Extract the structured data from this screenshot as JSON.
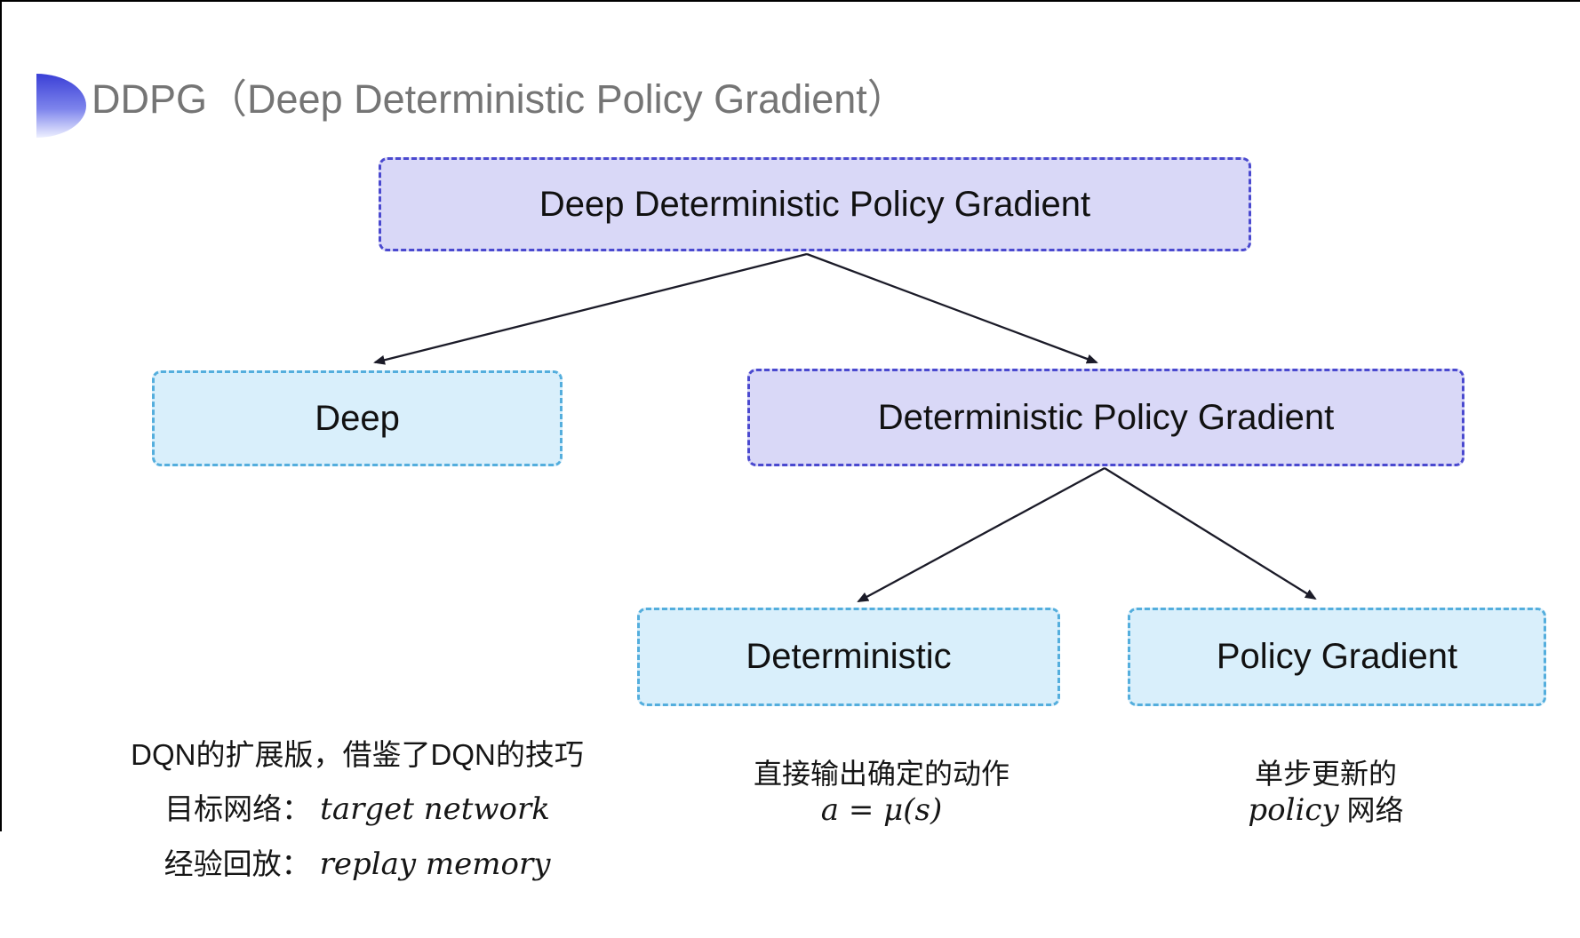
{
  "header": {
    "title": "DDPG（Deep Deterministic Policy Gradient）"
  },
  "icons": {
    "title_bullet": "blue-gradient-half-disc"
  },
  "diagram": {
    "root": {
      "label": "Deep Deterministic Policy Gradient"
    },
    "deep": {
      "label": "Deep"
    },
    "dpg": {
      "label": "Deterministic Policy Gradient"
    },
    "deterministic": {
      "label": "Deterministic"
    },
    "policy_gradient": {
      "label": "Policy Gradient"
    }
  },
  "notes": {
    "deep": {
      "line1": "DQN的扩展版，借鉴了DQN的技巧",
      "target_label": "目标网络：",
      "target_value": "target network",
      "replay_label": "经验回放：",
      "replay_value": "replay memory"
    },
    "deterministic": {
      "line1": "直接输出确定的动作",
      "formula": "a = μ(s)"
    },
    "policy_gradient": {
      "line1": "单步更新的",
      "line2_italic": "policy",
      "line2_rest": " 网络"
    }
  },
  "colors": {
    "purple_fill": "#d9d8f7",
    "purple_border": "#4a49cf",
    "cyan_fill": "#d9effb",
    "cyan_border": "#54aedd",
    "arrow": "#1b1b28",
    "title_text": "#757575",
    "node_text": "#111111",
    "note_text": "#161616"
  }
}
